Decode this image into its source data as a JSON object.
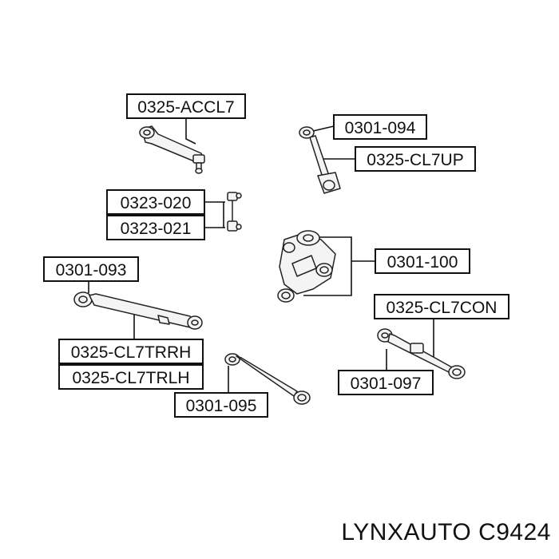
{
  "diagram": {
    "part_labels": {
      "accl7": "0325-ACCL7",
      "p094": "0301-094",
      "cl7up": "0325-CL7UP",
      "p020": "0323-020",
      "p021": "0323-021",
      "p093": "0301-093",
      "p100": "0301-100",
      "cl7con": "0325-CL7CON",
      "cl7trrh": "0325-CL7TRRH",
      "cl7trlh": "0325-CL7TRLH",
      "p097": "0301-097",
      "p095": "0301-095"
    },
    "brand_caption": "LYNXAUTO C9424",
    "colors": {
      "line": "#111111",
      "part_fill": "#f4f4f4",
      "part_stroke": "#222222"
    }
  }
}
